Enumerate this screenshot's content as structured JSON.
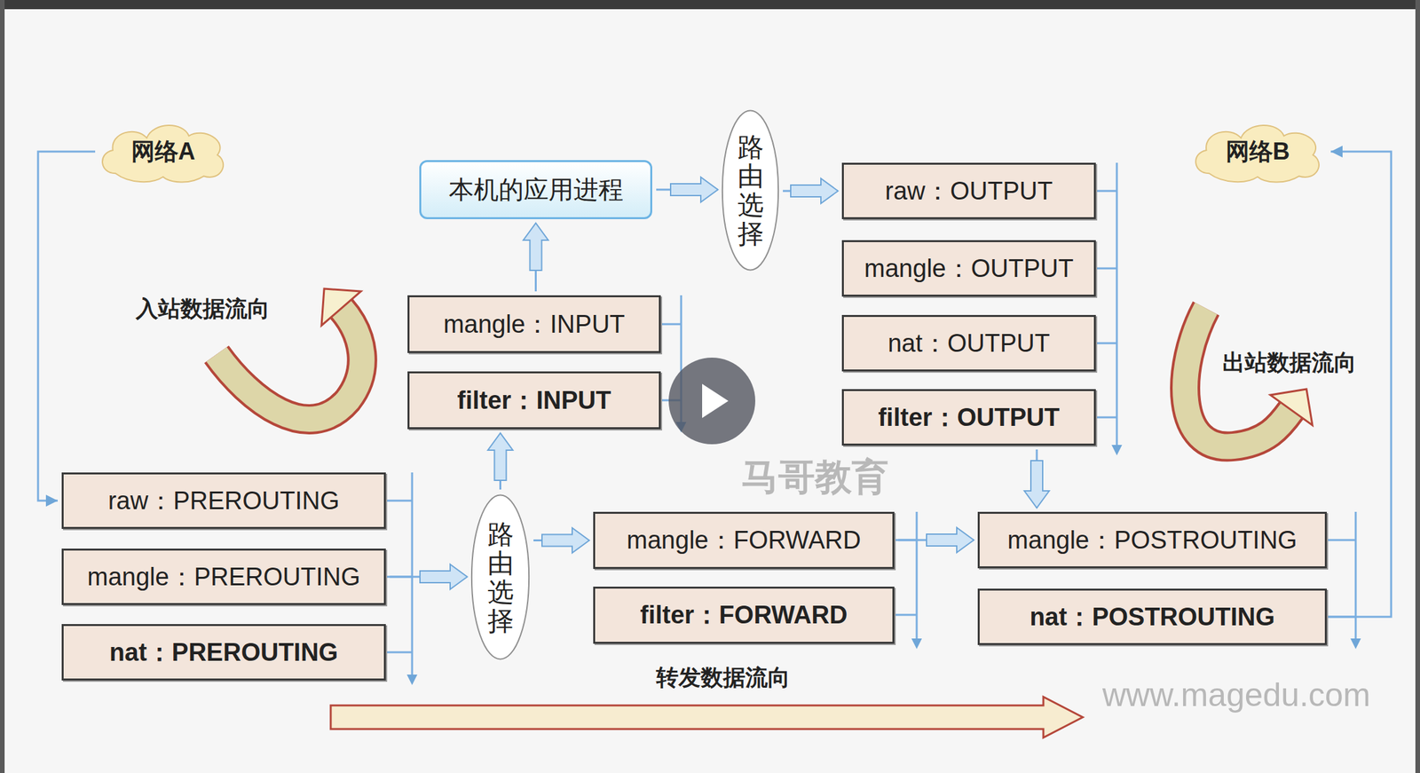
{
  "diagram": {
    "nodes": [
      {
        "text": [
          "网络A"
        ]
      },
      {
        "text": [
          "本机的应用进程"
        ]
      },
      {
        "text": [
          "路由选择"
        ]
      },
      {
        "text": [
          "raw：OUTPUT"
        ]
      },
      {
        "text": [
          "mangle：OUTPUT"
        ]
      },
      {
        "text": [
          "nat：OUTPUT"
        ]
      },
      {
        "text": [
          "filter：OUTPUT"
        ]
      },
      {
        "text": [
          "网络B"
        ]
      },
      {
        "text": [
          "mangle：INPUT"
        ]
      },
      {
        "text": [
          "filter：INPUT"
        ]
      },
      {
        "text": [
          "raw：PREROUTING"
        ]
      },
      {
        "text": [
          "mangle：PREROUTING"
        ]
      },
      {
        "text": [
          "nat：PREROUTING"
        ]
      },
      {
        "text": [
          "路由选择"
        ]
      },
      {
        "text": [
          "mangle：FORWARD"
        ]
      },
      {
        "text": [
          "filter：FORWARD"
        ]
      },
      {
        "text": [
          "mangle：POSTROUTING"
        ]
      },
      {
        "text": [
          "nat：POSTROUTING"
        ]
      }
    ],
    "edges": [
      {
        "from": 0,
        "to": 10,
        "arrow": "to"
      },
      {
        "from": 1,
        "to": 2,
        "arrow": "to"
      },
      {
        "from": 2,
        "to": 3,
        "arrow": "to"
      },
      {
        "from": 11,
        "to": 13,
        "arrow": "to"
      },
      {
        "from": 13,
        "to": 9,
        "arrow": "to"
      },
      {
        "from": 8,
        "to": 1,
        "arrow": "to"
      },
      {
        "from": 13,
        "to": 14,
        "arrow": "to"
      },
      {
        "from": 14,
        "to": 16,
        "arrow": "to"
      },
      {
        "from": 6,
        "to": 16,
        "arrow": "to"
      },
      {
        "from": 17,
        "to": 7,
        "arrow": "to"
      }
    ],
    "labels": [
      "入站数据流向",
      "出站数据流向",
      "转发数据流向",
      "马哥教育",
      "www.magedu.com"
    ]
  }
}
